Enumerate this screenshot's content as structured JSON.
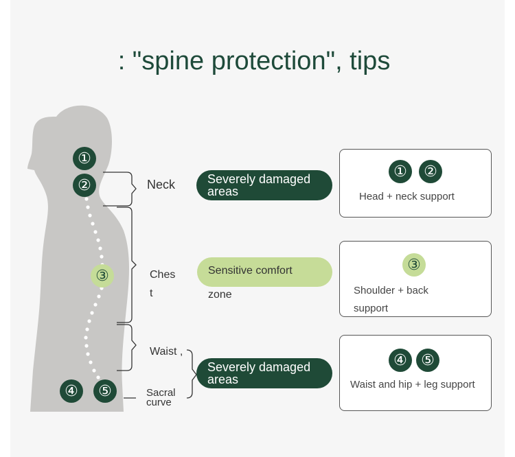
{
  "title": ": \"spine protection\", tips",
  "markers": {
    "m1": "①",
    "m2": "②",
    "m3": "③",
    "m4": "④",
    "m5": "⑤"
  },
  "regions": {
    "neck": "Neck",
    "chest": "Ches\nt",
    "waist": "Waist ,",
    "sacral": "Sacral\ncurve"
  },
  "zones": {
    "upper": "Severely damaged\nareas",
    "middle_a": "Sensitive comfort",
    "middle_b": "zone",
    "lower": "Severely damaged\nareas"
  },
  "support": {
    "box1_text": "Head + neck support",
    "box2_text": "Shoulder + back\nsupport",
    "box3_text": "Waist and hip + leg support"
  },
  "colors": {
    "dark_green": "#1f4a37",
    "light_green": "#c6dc98",
    "silhouette": "#c8c7c5",
    "background": "#f6f6f6"
  }
}
